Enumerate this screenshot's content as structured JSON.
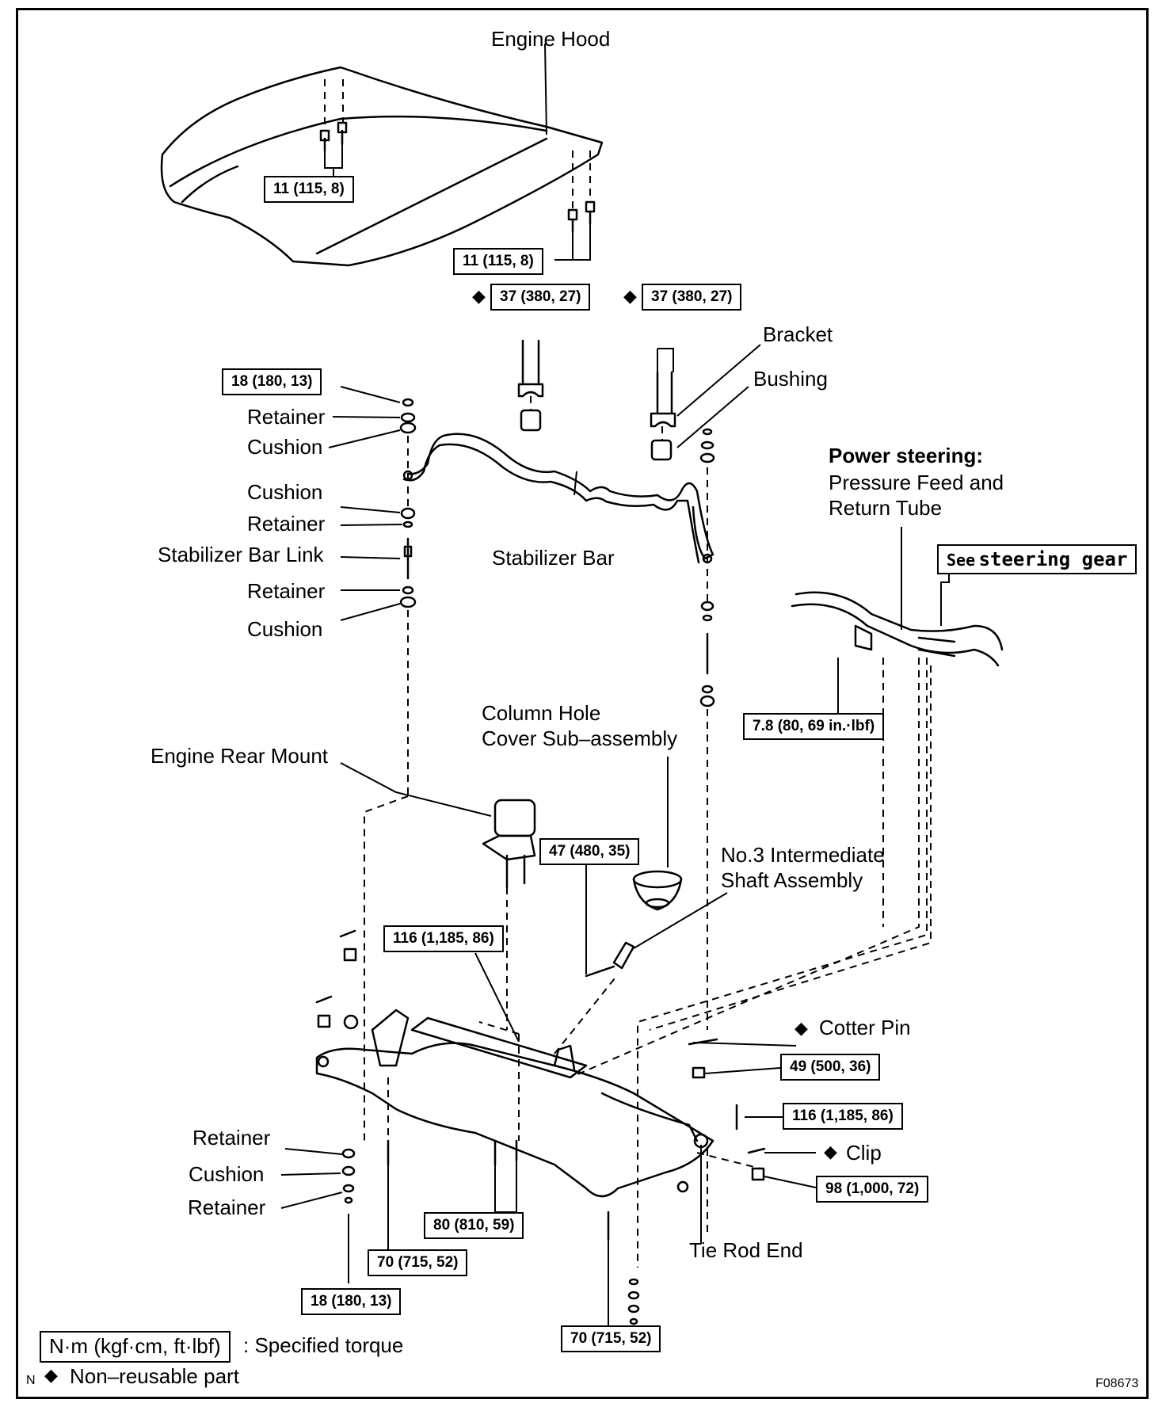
{
  "labels": {
    "engine_hood": "Engine Hood",
    "bracket": "Bracket",
    "bushing": "Bushing",
    "retainer": "Retainer",
    "cushion": "Cushion",
    "stabilizer_bar_link": "Stabilizer Bar Link",
    "stabilizer_bar": "Stabilizer Bar",
    "power_steering_title": "Power steering:",
    "pressure_feed_1": "Pressure Feed and",
    "pressure_feed_2": "Return Tube",
    "see_prefix": "See",
    "see_bold": "steering gear",
    "column_hole_1": "Column Hole",
    "column_hole_2": "Cover Sub–assembly",
    "engine_rear_mount": "Engine Rear Mount",
    "intermediate_1": "No.3 Intermediate",
    "intermediate_2": "Shaft Assembly",
    "cotter_pin": "Cotter Pin",
    "clip": "Clip",
    "tie_rod_end": "Tie Rod End"
  },
  "torques": {
    "hood_left": "11 (115, 8)",
    "hood_right": "11 (115, 8)",
    "bracket_left": "37 (380, 27)",
    "bracket_right": "37 (380, 27)",
    "link_top": "18 (180, 13)",
    "pressure_tube": "7.8 (80, 69 in.·lbf)",
    "column": "47 (480, 35)",
    "rack": "116 (1,185, 86)",
    "cotter": "49 (500, 36)",
    "tie_rod": "116 (1,185, 86)",
    "clip": "98 (1,000, 72)",
    "crossmember": "80 (810, 59)",
    "rear_left": "70 (715, 52)",
    "link_bottom": "18 (180, 13)",
    "rear_right": "70 (715, 52)"
  },
  "legend": {
    "unit": "N·m (kgf·cm, ft·lbf)",
    "torque_text": ": Specified torque",
    "non_reusable": "Non–reusable part",
    "mark_n": "N",
    "fig_id": "F08673"
  },
  "symbols": {
    "diamond": "◆"
  }
}
